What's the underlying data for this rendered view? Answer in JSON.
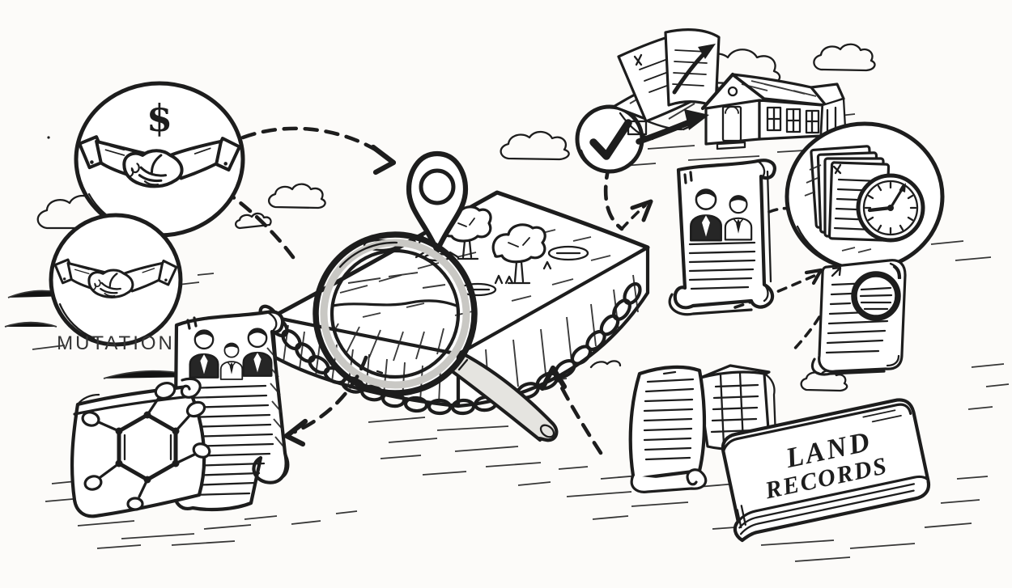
{
  "labels": {
    "mutation": "MUTATION",
    "currency": "$",
    "book_title": [
      "LAND",
      "RECORDS"
    ]
  },
  "colors": {
    "ink": "#1d1d1d",
    "paper": "#fcfbf9",
    "dark_fill": "#262626",
    "handle_gray": "#e5e4e0",
    "label_gray": "#343434"
  },
  "clock": {
    "time_shown": "approx 1:45"
  },
  "scene": {
    "style": "hand-drawn black ink sketch on white paper",
    "elements": [
      {
        "name": "sale-handshake-badge",
        "desc": "circled handshake with dollar sign"
      },
      {
        "name": "mutation-handshake-badge",
        "desc": "circled handshake labeled MUTATION"
      },
      {
        "name": "land-parcel",
        "desc": "isometric land plot wrapped in a chain, with location pin, trees and large magnifying glass"
      },
      {
        "name": "check-circle",
        "desc": "circle with bold check mark"
      },
      {
        "name": "house-transfer",
        "desc": "house with deed papers flying and bold arrows"
      },
      {
        "name": "owners-scroll",
        "desc": "scroll document showing two owners"
      },
      {
        "name": "documents-clock-badge",
        "desc": "circled stack of documents with clock"
      },
      {
        "name": "inspected-document",
        "desc": "document with magnifier circle over the text"
      },
      {
        "name": "record-scrolls",
        "desc": "curled paper scrolls"
      },
      {
        "name": "family-scroll",
        "desc": "scroll document showing three family members"
      },
      {
        "name": "survey-sheet",
        "desc": "curled sheet with plot-survey node diagram"
      },
      {
        "name": "land-records-book",
        "desc": "thick book titled LAND RECORDS"
      }
    ]
  }
}
